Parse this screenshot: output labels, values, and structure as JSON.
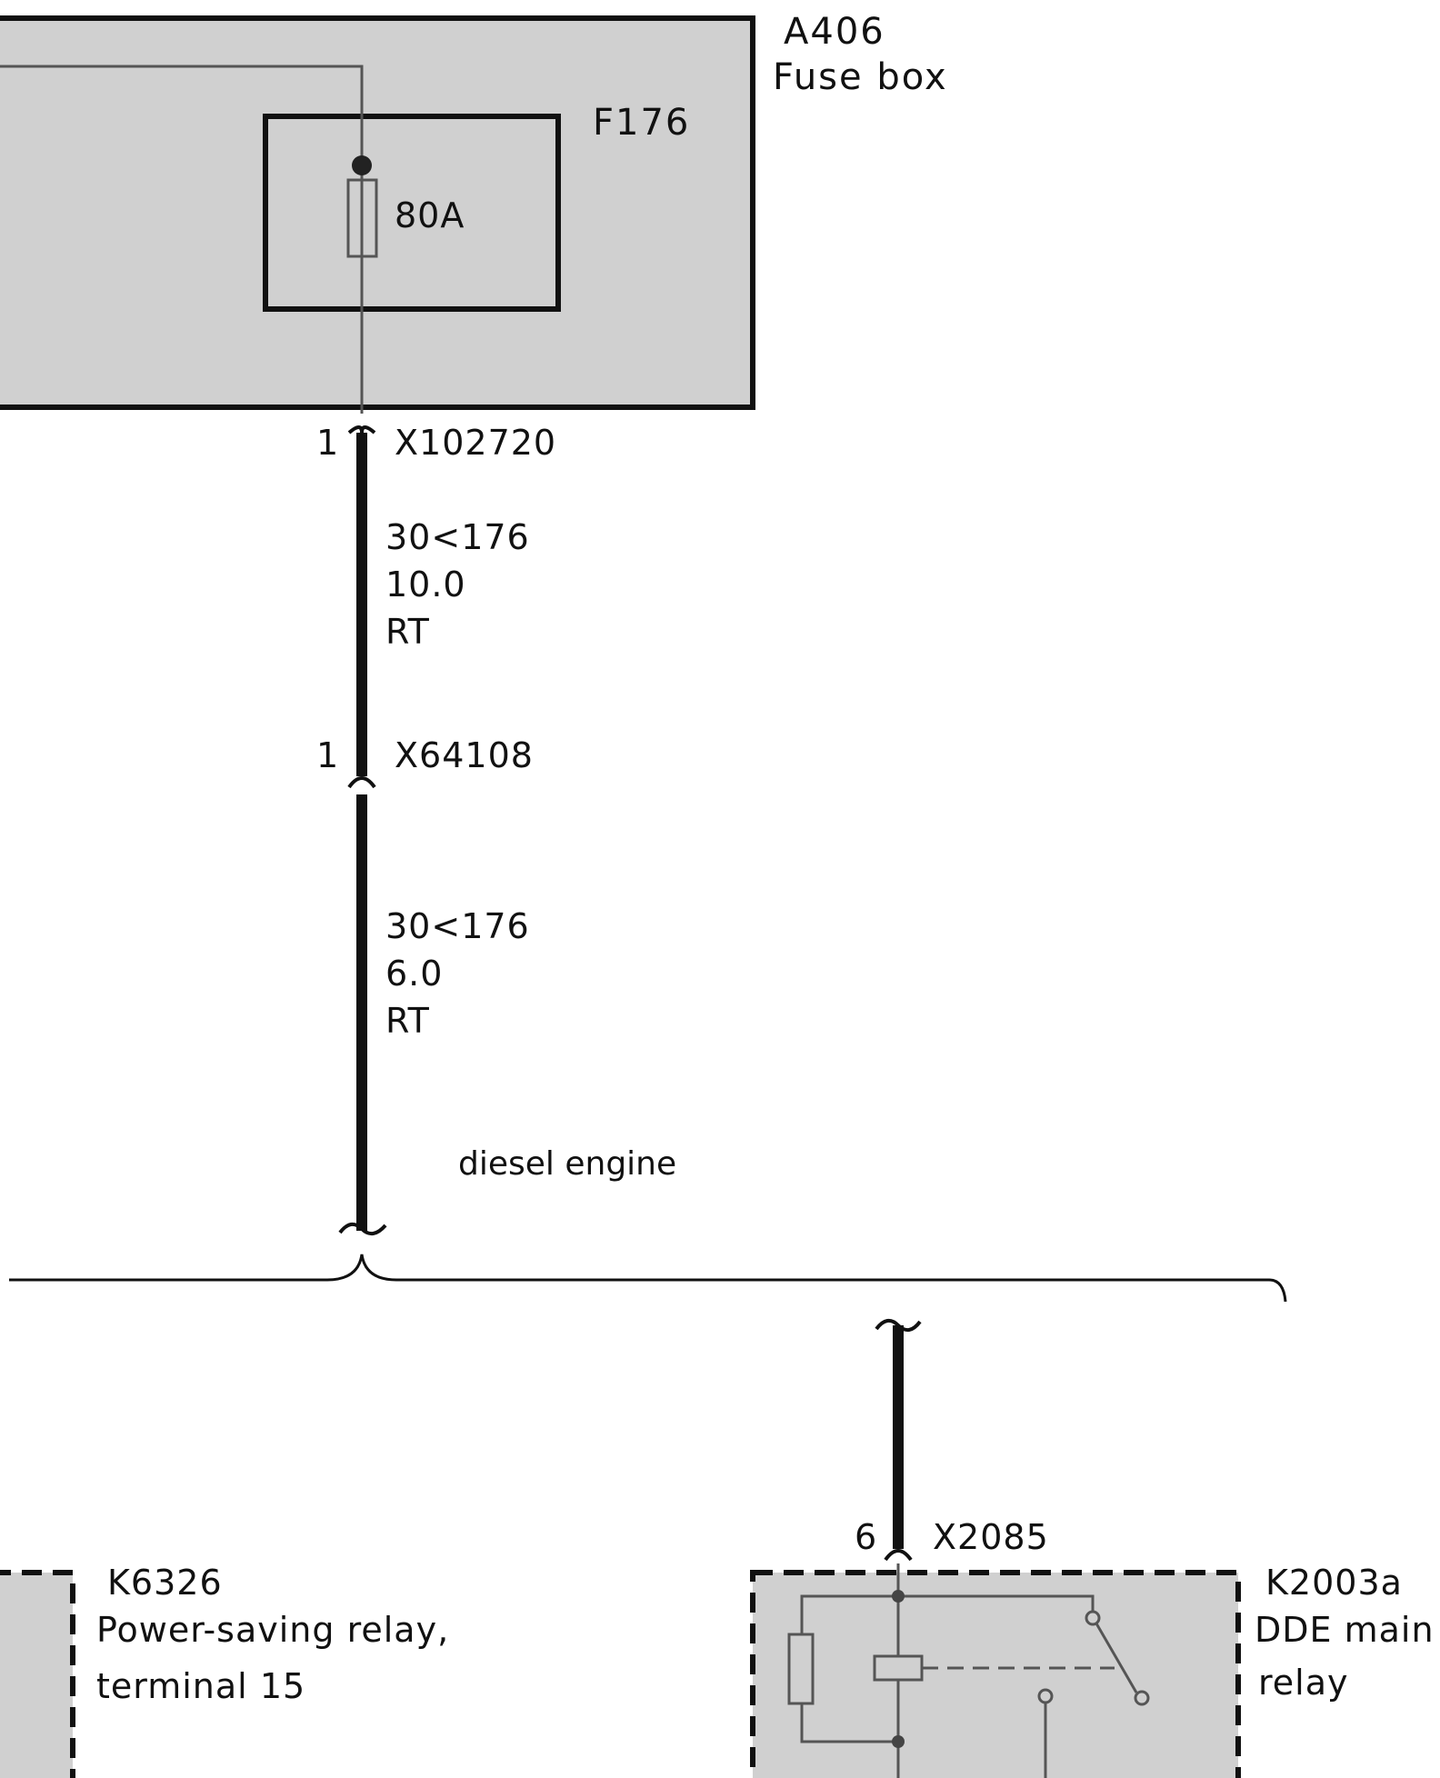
{
  "colors": {
    "box_fill": "#d0d0d0",
    "line": "#111111",
    "thin_wire": "#555555",
    "background": "#ffffff"
  },
  "fuse_box": {
    "id": "A406",
    "name": "Fuse box",
    "fuse": {
      "id": "F176",
      "rating": "80A"
    }
  },
  "connectors": {
    "top": {
      "pin": "1",
      "id": "X102720"
    },
    "middle": {
      "pin": "1",
      "id": "X64108"
    },
    "relay": {
      "pin": "6",
      "id": "X2085"
    }
  },
  "wires": [
    {
      "circuit": "30<176",
      "cross_section": "10.0",
      "color": "RT"
    },
    {
      "circuit": "30<176",
      "cross_section": "6.0",
      "color": "RT"
    }
  ],
  "variant_label": "diesel engine",
  "components": {
    "power_saving_relay": {
      "id": "K6326",
      "name_line1": "Power-saving relay,",
      "name_line2": "terminal 15"
    },
    "dde_main_relay": {
      "id": "K2003a",
      "name_line1": "DDE main",
      "name_line2": "relay"
    }
  }
}
